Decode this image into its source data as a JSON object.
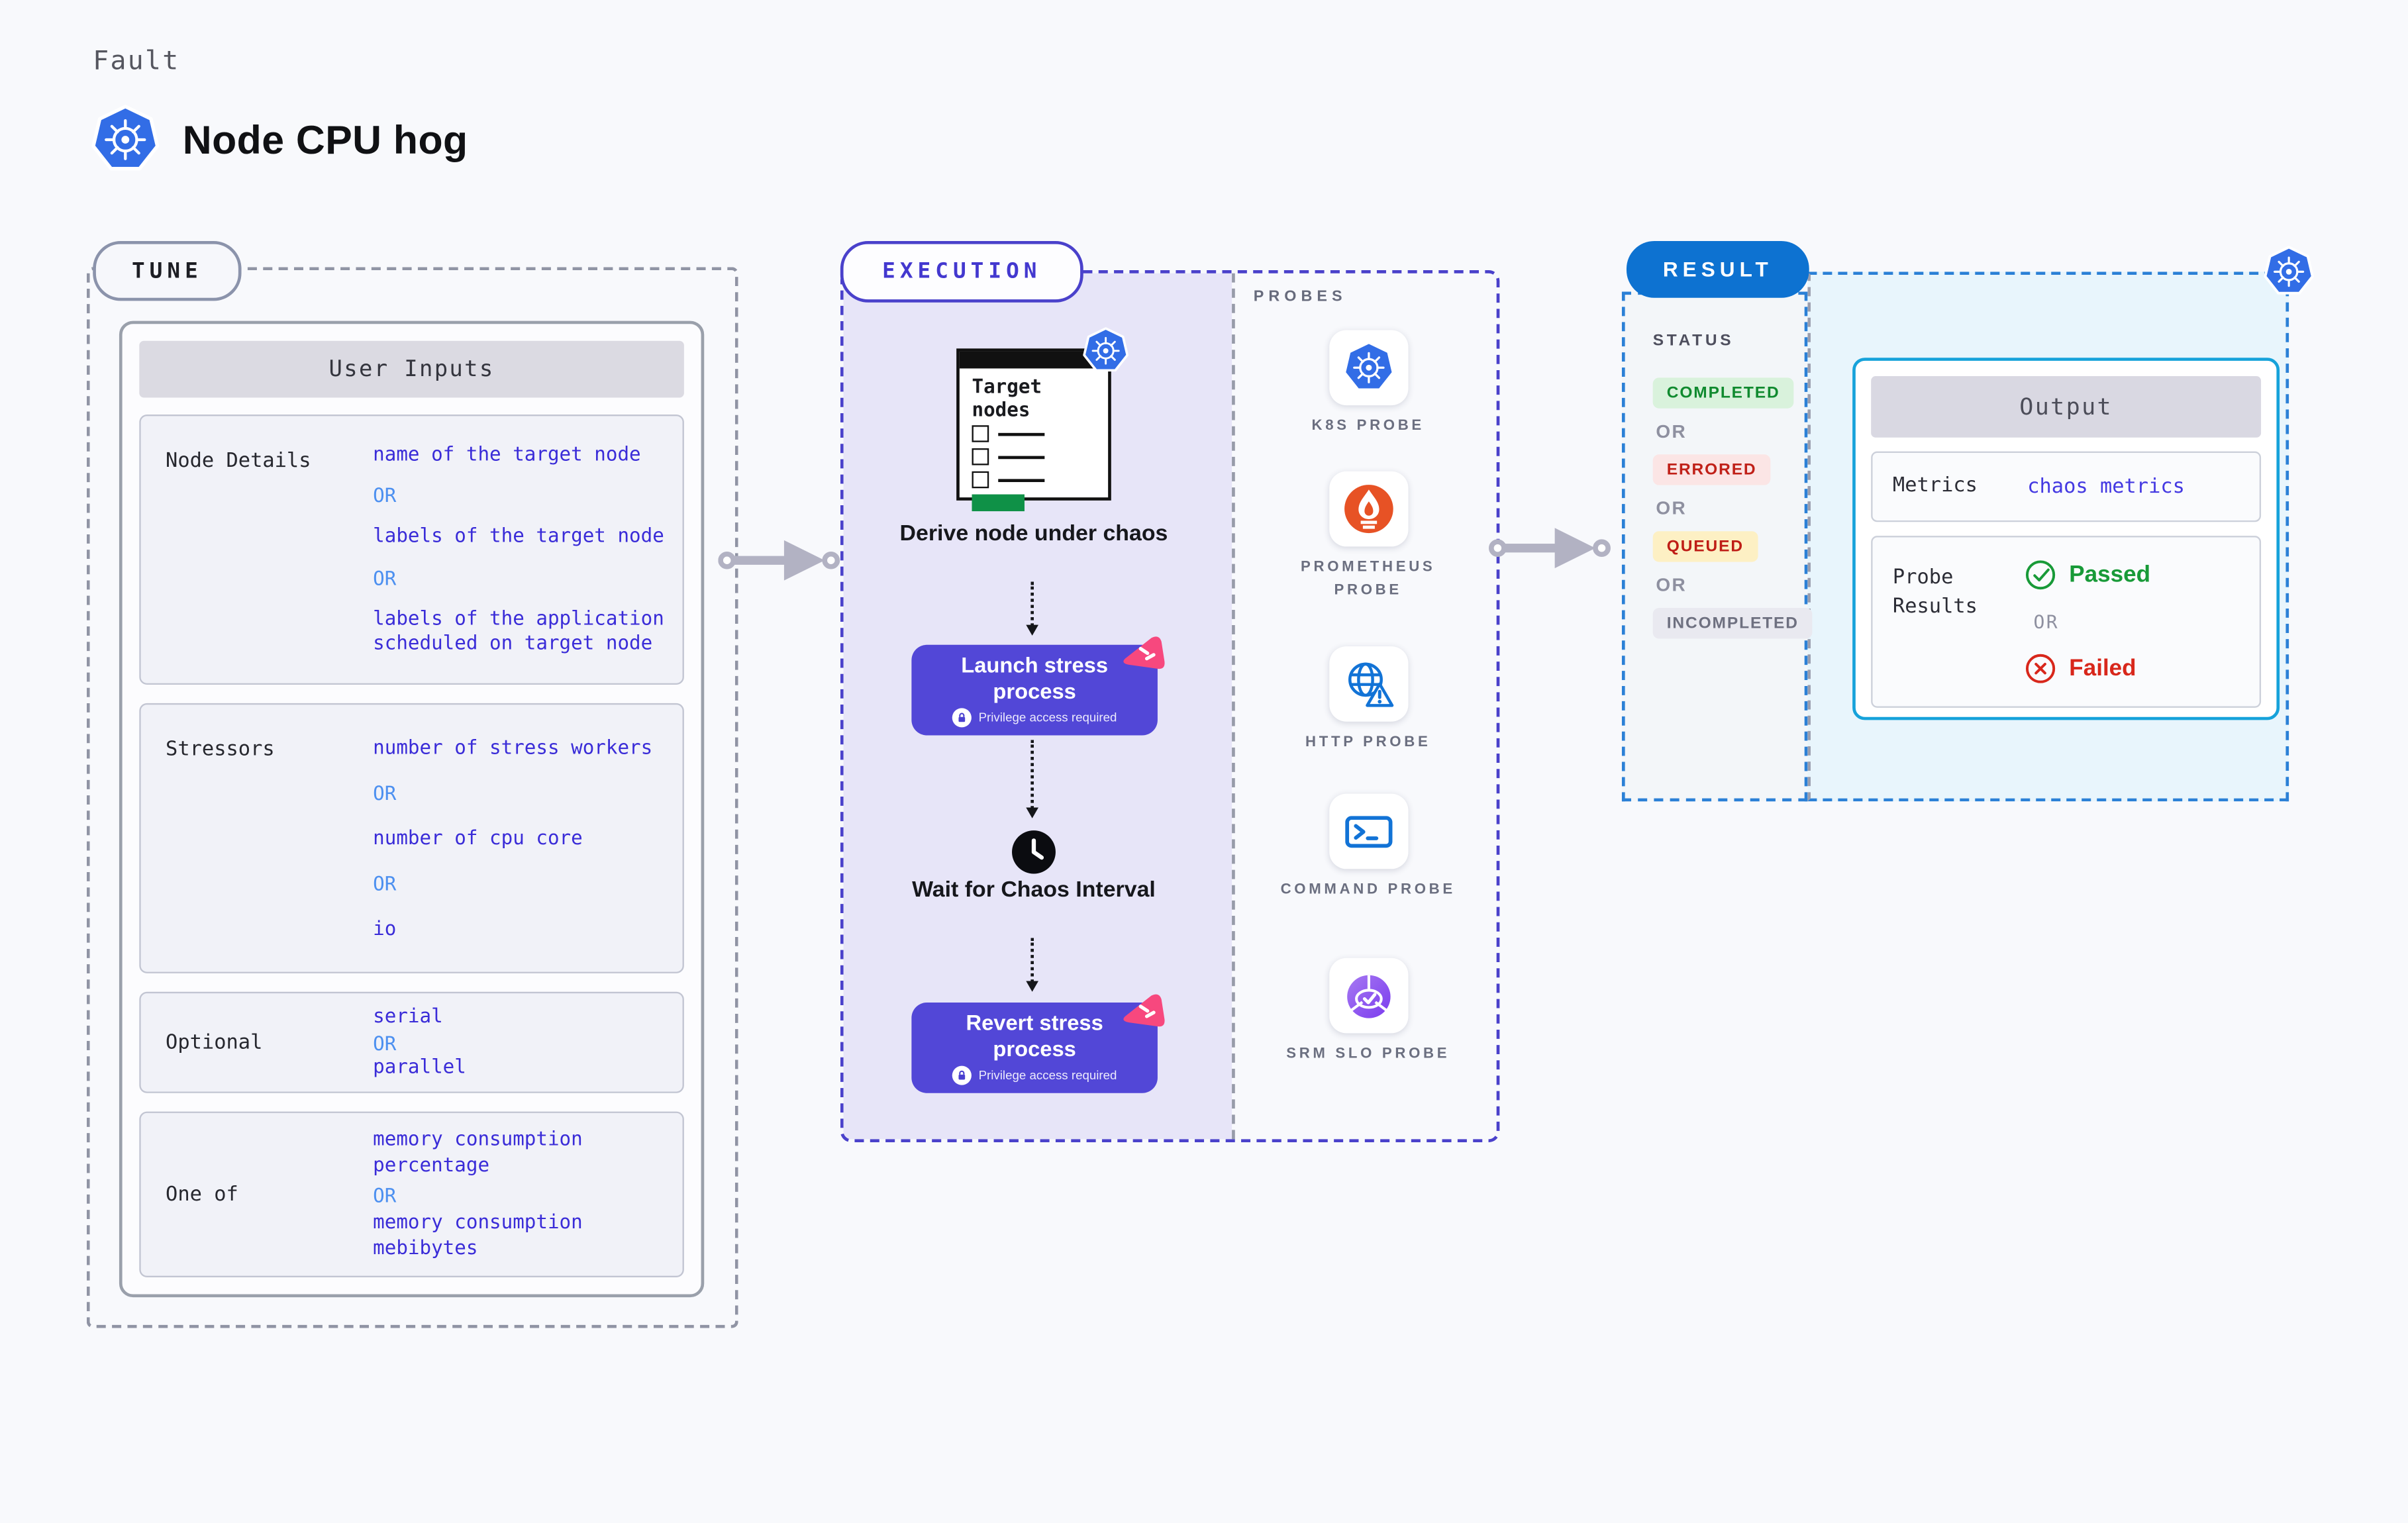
{
  "page": {
    "kicker": "Fault",
    "title": "Node CPU hog"
  },
  "tune": {
    "badge": "TUNE",
    "table_title": "User Inputs",
    "or_label": "OR",
    "rows": [
      {
        "label": "Node Details",
        "label_align": "top",
        "values": [
          "name of the target node",
          "labels of the target node",
          "labels of the application scheduled on target node"
        ]
      },
      {
        "label": "Stressors",
        "label_align": "top",
        "values": [
          "number of stress workers",
          "number of cpu core",
          "io"
        ]
      },
      {
        "label": "Optional",
        "label_align": "center",
        "values": [
          "serial",
          "parallel"
        ]
      },
      {
        "label": "One of",
        "label_align": "center",
        "values": [
          "memory consumption percentage",
          "memory consumption mebibytes"
        ]
      }
    ]
  },
  "execution": {
    "badge": "EXECUTION",
    "target_card_title": "Target nodes",
    "derive_caption": "Derive node under chaos",
    "wait_caption": "Wait for Chaos Interval",
    "launch": {
      "title": "Launch stress process",
      "subtitle": "Privilege access required"
    },
    "revert": {
      "title": "Revert stress process",
      "subtitle": "Privilege access required"
    }
  },
  "probes": {
    "title": "PROBES",
    "items": [
      {
        "name": "K8S PROBE",
        "icon": "k8s"
      },
      {
        "name": "PROMETHEUS PROBE",
        "icon": "prom"
      },
      {
        "name": "HTTP PROBE",
        "icon": "http"
      },
      {
        "name": "COMMAND PROBE",
        "icon": "cmd"
      },
      {
        "name": "SRM SLO PROBE",
        "icon": "srm"
      }
    ]
  },
  "result": {
    "badge": "RESULT",
    "status": {
      "title": "STATUS",
      "or_label": "OR",
      "items": [
        {
          "label": "COMPLETED",
          "kind": "completed",
          "bg": "#d9f2dc",
          "color": "#108a2f"
        },
        {
          "label": "ERRORED",
          "kind": "errored",
          "bg": "#fbe5e5",
          "color": "#c02018"
        },
        {
          "label": "QUEUED",
          "kind": "queued",
          "bg": "#fdf0c4",
          "color": "#bf1d16"
        },
        {
          "label": "INCOMPLETED",
          "kind": "incompleted",
          "bg": "#e9e9f0",
          "color": "#6e7080"
        }
      ]
    },
    "output": {
      "title": "Output",
      "metrics_label": "Metrics",
      "metrics_value": "chaos metrics",
      "probe_results_label": "Probe Results",
      "passed": "Passed",
      "or": "OR",
      "failed": "Failed"
    }
  },
  "colors": {
    "kubernetes_blue": "#326de6",
    "execution_accent": "#4a41cb",
    "button_purple": "#5247d7",
    "pink_flair": "#f7487e",
    "result_blue": "#0d72d1",
    "output_border": "#16a2da",
    "value_blue": "#3a2cd8",
    "or_blue": "#4d90f0",
    "passed_green": "#189a38",
    "failed_red": "#d8271b",
    "prometheus_orange": "#e75225"
  }
}
